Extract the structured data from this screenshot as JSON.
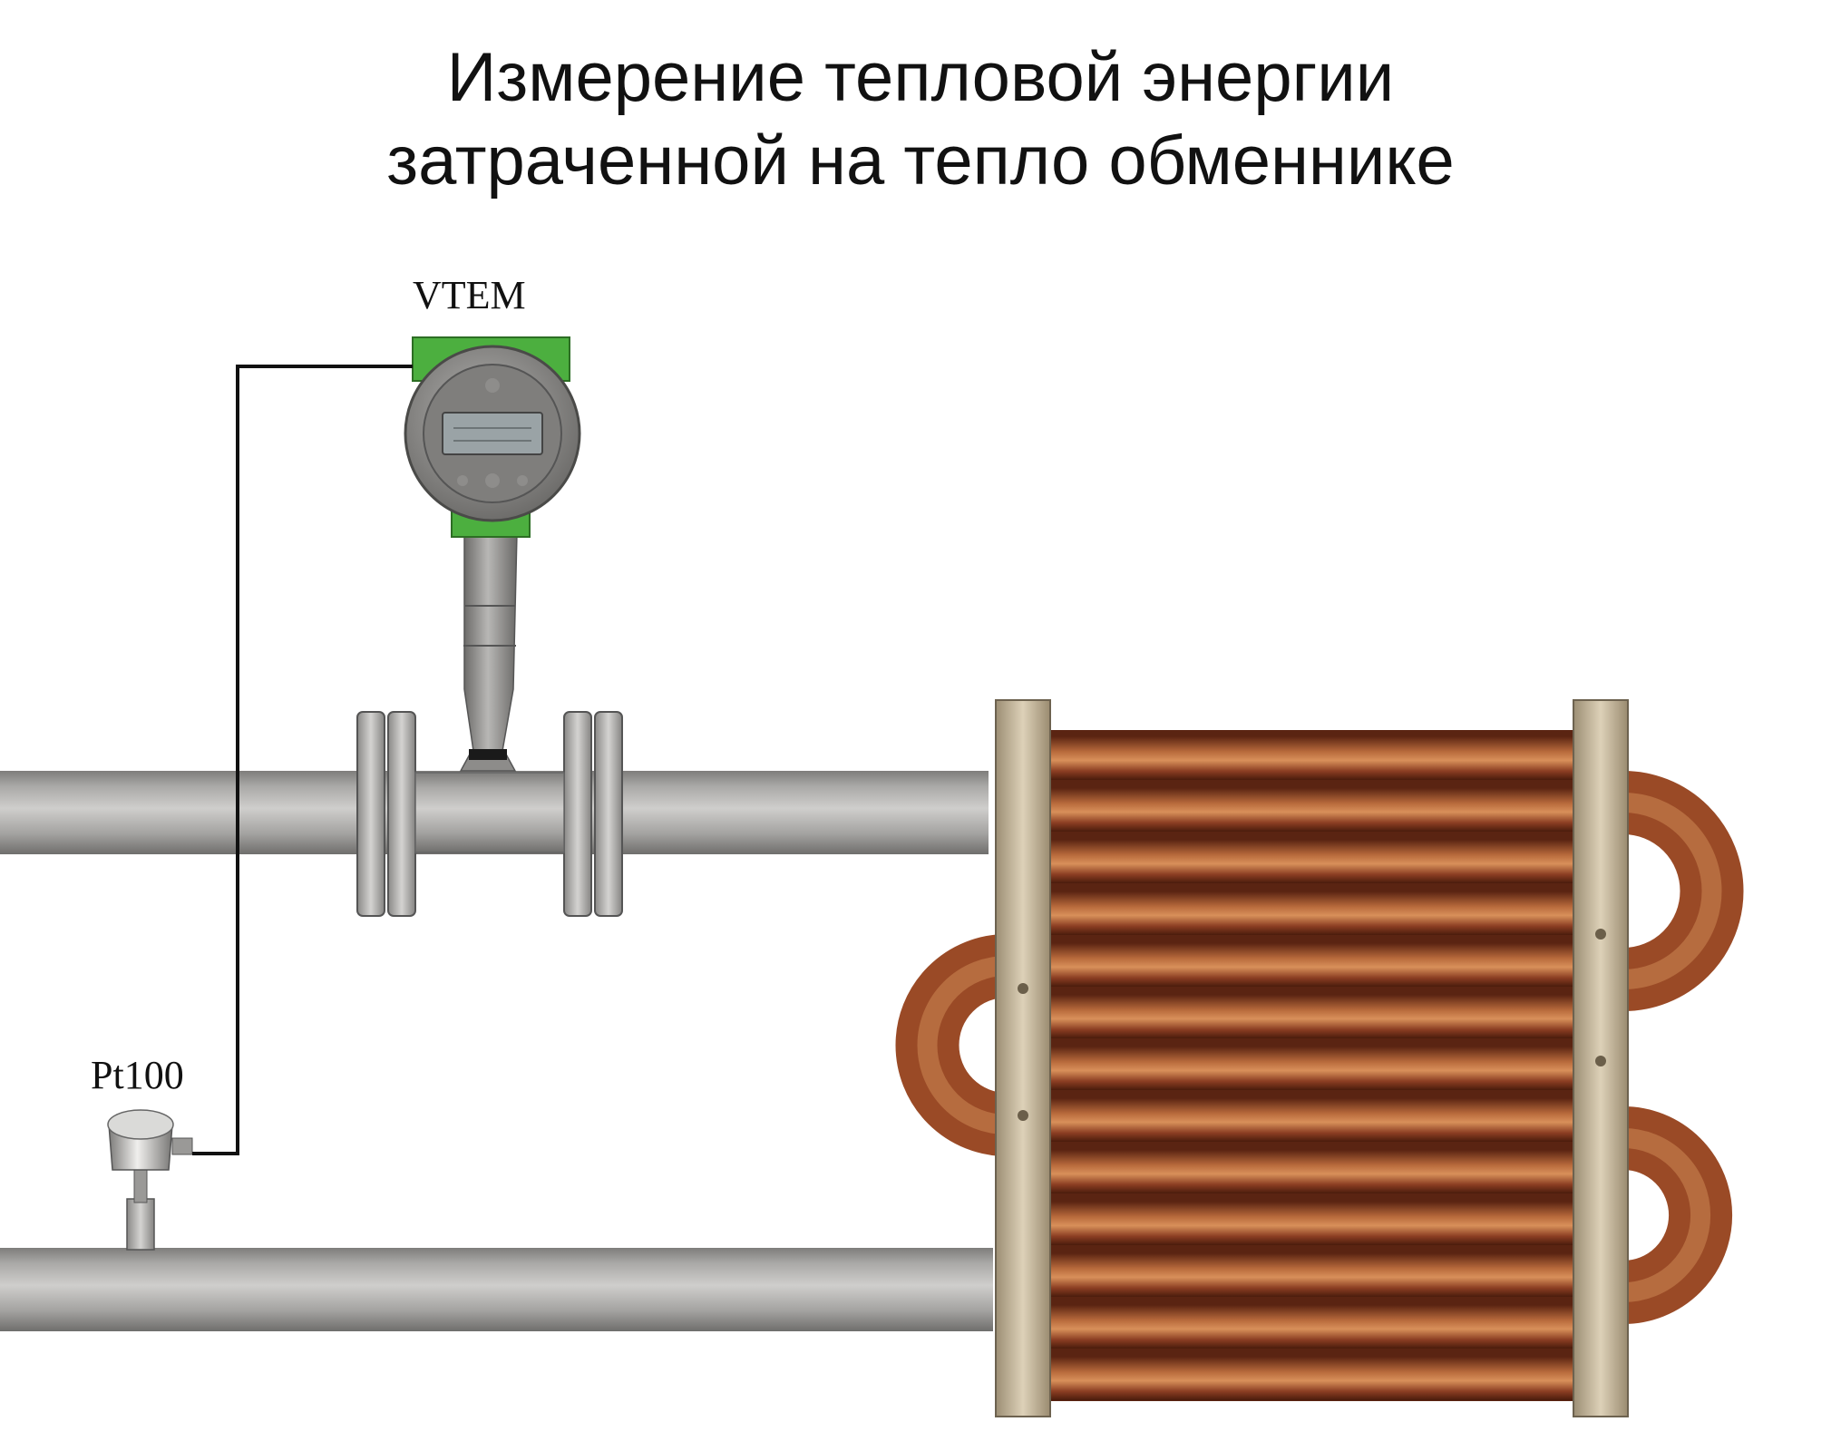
{
  "title": {
    "line1": "Измерение тепловой энергии",
    "line2": "затраченной на тепло обменнике"
  },
  "labels": {
    "flowmeter": "VTEM",
    "sensor": "Pt100"
  },
  "colors": {
    "pipe": "#a9a8a6",
    "transmitter_housing": "#4caf3f",
    "copper": "#8a3d22",
    "frame": "#c9b99a",
    "signal_wire": "#111111"
  }
}
